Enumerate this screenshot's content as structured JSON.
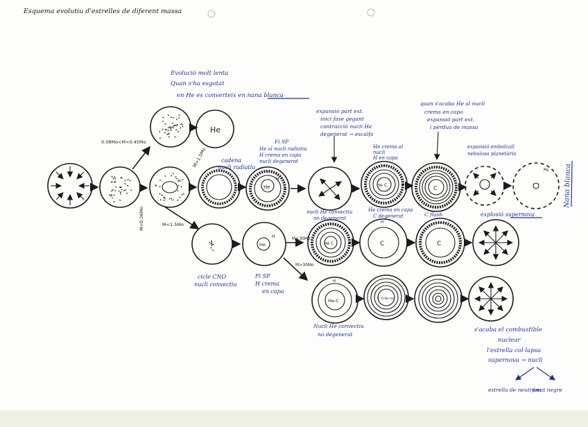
{
  "title": "Esquema evolutiu d'estrelles de diferent massa",
  "colors": {
    "ink": "#1b1b1b",
    "pen_blue": "#1c2f9a",
    "paper": "#fdfdfb"
  },
  "notes": {
    "wd_note_1": "Evolució molt lenta",
    "wd_note_2": "Quan s'ha esgotat",
    "wd_note_3": "en He es converteix en nana blanca",
    "mass_low": "0.08Mo<M<0.45Mo",
    "mass_mid": "M<0.26Mo",
    "mass_sun": "M<1.5Mo",
    "mass_range": "M>1.5Mo",
    "cno": "cicle CNO",
    "nucli_conv": "nucli convectiu",
    "cadena": "cadena",
    "nucli_radiatiu": "nucli radiatiu",
    "fi_sp_top_1": "Fi SP",
    "fi_sp_top_2": "He al nucli radiatiu",
    "fi_sp_top_3": "H crema en capa",
    "fi_sp_top_4": "nucli degenerat",
    "exp_1": "expansió part ext.",
    "exp_2": "inici fase gegant",
    "exp_3": "contracció nucli He",
    "exp_4": "degenerat → escalfa",
    "he_crema_1": "He crema al",
    "he_crema_2": "nucli",
    "he_crema_3": "H en capa",
    "quan_1": "quan s'acaba He al nucli",
    "quan_2": "crema en capa",
    "quan_3": "expansió part ext.",
    "quan_4": "i pèrdua de massa",
    "neb_1": "expansió embolcall",
    "neb_2": "nebulosa planetària",
    "nana_blanca": "Nana blanca",
    "nucli_he_conv_1": "nucli He convectiu",
    "nucli_he_conv_2": "no degenerat",
    "he_capa_1": "He crema en capa",
    "he_capa_2": "C degenerat",
    "c_flash": "C flash",
    "explosio": "explosió supernova",
    "fi_sp_mid_1": "Fi SP",
    "fi_sp_mid_2": "H crema",
    "fi_sp_mid_3": "en capa",
    "m30": "M<30Mo",
    "m30b": "M>30Mo",
    "nucli_he_low_1": "Nucli He convectiu",
    "nucli_he_low_2": "no degenerat",
    "end_1": "s'acaba el combustible",
    "end_2": "nuclear",
    "end_3": "l'estrella col·lapsa",
    "end_4": "supernova → nucli",
    "estrella_neutrons": "estrella de neutrons",
    "forat_negre": "forat negre"
  },
  "labels": {
    "he": "He",
    "h": "H",
    "c": "C",
    "he_c": "He C",
    "c_o_ne_he": "C O Ne He",
    "pe": "Pe",
    "he_c_low": "He-C"
  }
}
